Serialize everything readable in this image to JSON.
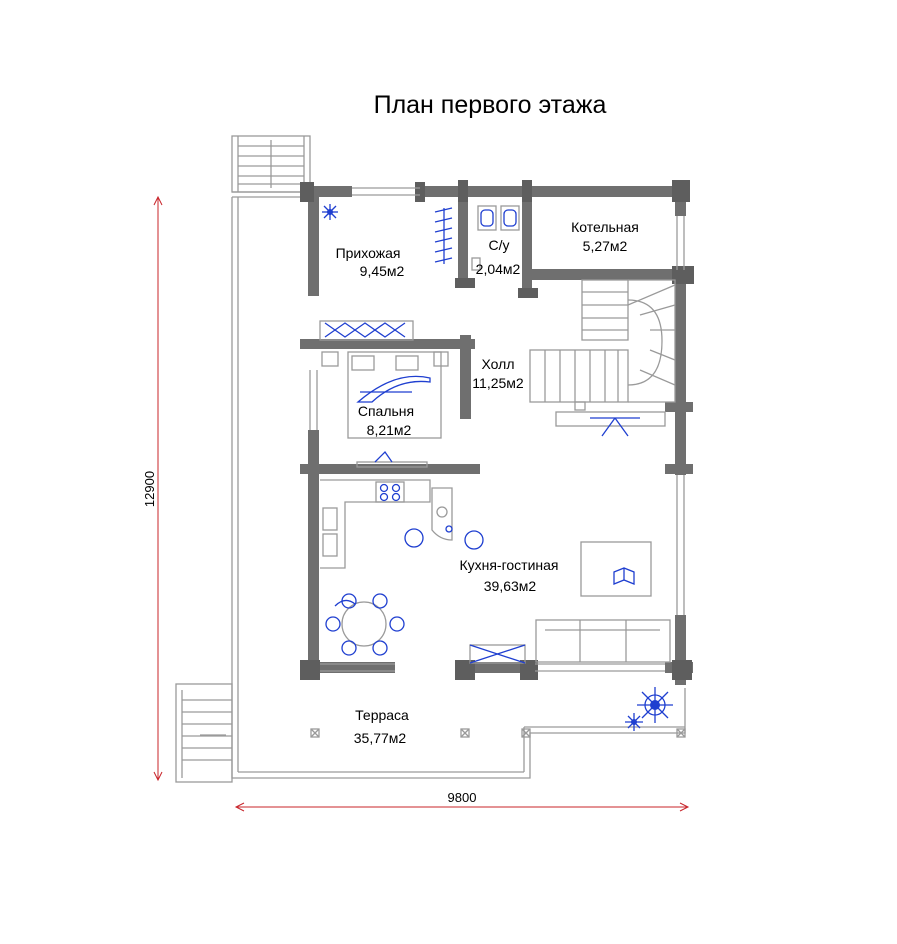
{
  "title": "План первого этажа",
  "rooms": [
    {
      "name": "Прихожая",
      "area": "9,45м2"
    },
    {
      "name": "С/у",
      "area": "2,04м2"
    },
    {
      "name": "Котельная",
      "area": "5,27м2"
    },
    {
      "name": "Холл",
      "area": "11,25м2"
    },
    {
      "name": "Спальня",
      "area": "8,21м2"
    },
    {
      "name": "Кухня-гостиная",
      "area": "39,63м2"
    },
    {
      "name": "Терраса",
      "area": "35,77м2"
    }
  ],
  "dimensions": {
    "height": "12900",
    "width": "9800"
  },
  "colors": {
    "walls": "#6f6f6f",
    "furniture": "#1f3fd0",
    "dimension_lines": "#c8242a"
  }
}
